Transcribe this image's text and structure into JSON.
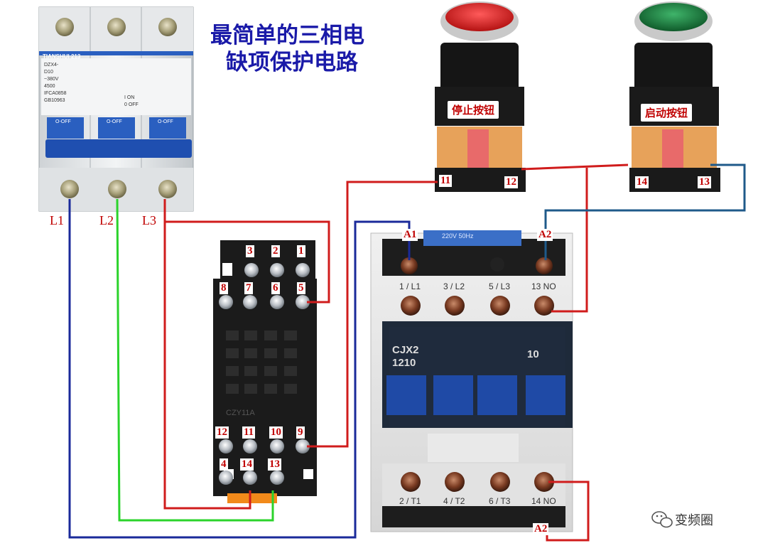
{
  "title": {
    "line1": "最简单的三相电",
    "line2": "缺项保护电路"
  },
  "breaker": {
    "brand": "TIANSHUI 213",
    "model": "DZX4-",
    "rating": "D10",
    "voltage": "~380V",
    "capacity": "4500",
    "cert": "IFCA0858",
    "standard": "GB10963",
    "off_label": "O-OFF",
    "on_label": "I ON",
    "off_state": "0 OFF",
    "phase_labels": [
      "L1",
      "L2",
      "L3"
    ]
  },
  "relay": {
    "base_text": "CZY11A",
    "top_row_tags": [
      "3",
      "2",
      "1"
    ],
    "second_row_tags": [
      "8",
      "7",
      "6",
      "5"
    ],
    "bottom_row_tags": [
      "12",
      "11",
      "10",
      "9"
    ],
    "lowest_row_tags": [
      "4",
      "14",
      "13"
    ]
  },
  "contactor": {
    "model_line1": "CJX2",
    "model_line2": "1210",
    "aux": "10",
    "coil_top": "220V 50Hz",
    "coil_a1": "A1",
    "coil_a2": "A2",
    "top_terminals": [
      "1 / L1",
      "3 / L2",
      "5 / L3",
      "13 NO"
    ],
    "bottom_terminals": [
      "2 / T1",
      "4 / T2",
      "6 / T3",
      "14 NO"
    ],
    "bottom_a2": "A2"
  },
  "stop_button": {
    "label": "停止按钮",
    "term_left": "11",
    "term_right": "12",
    "cap_color": "#d81e1e"
  },
  "start_button": {
    "label": "启动按钮",
    "term_left": "14",
    "term_right": "13",
    "cap_color": "#1e7a3a"
  },
  "wire_colors": {
    "red": "#d01c1c",
    "green": "#2bd32b",
    "blue": "#1a2a9a",
    "steel": "#1f5a8a"
  },
  "watermark": {
    "text": "变频圈",
    "icon": "wechat-icon"
  }
}
